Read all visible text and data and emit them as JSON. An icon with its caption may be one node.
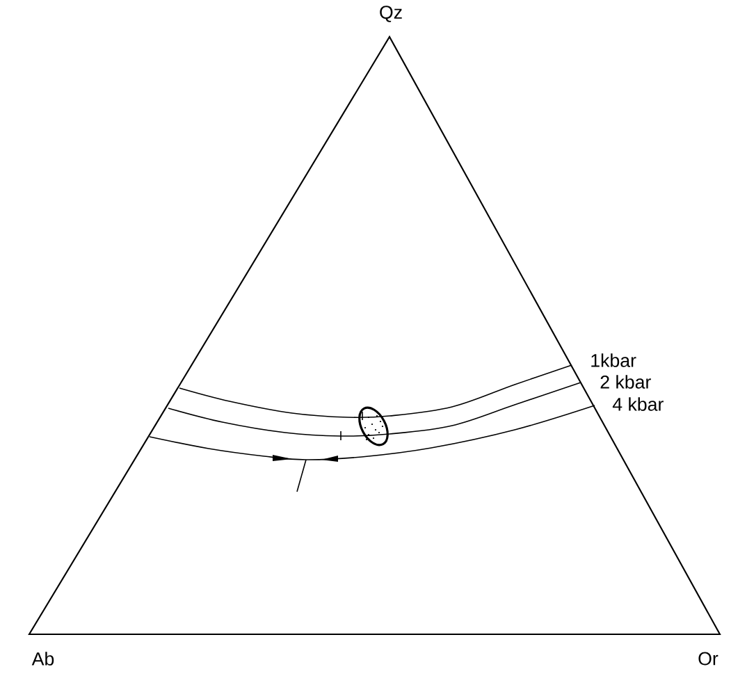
{
  "diagram": {
    "labels": [
      "Qz",
      "1kbar",
      "2 kbar",
      "4 kbar",
      "Ab",
      "Or"
    ]
  }
}
